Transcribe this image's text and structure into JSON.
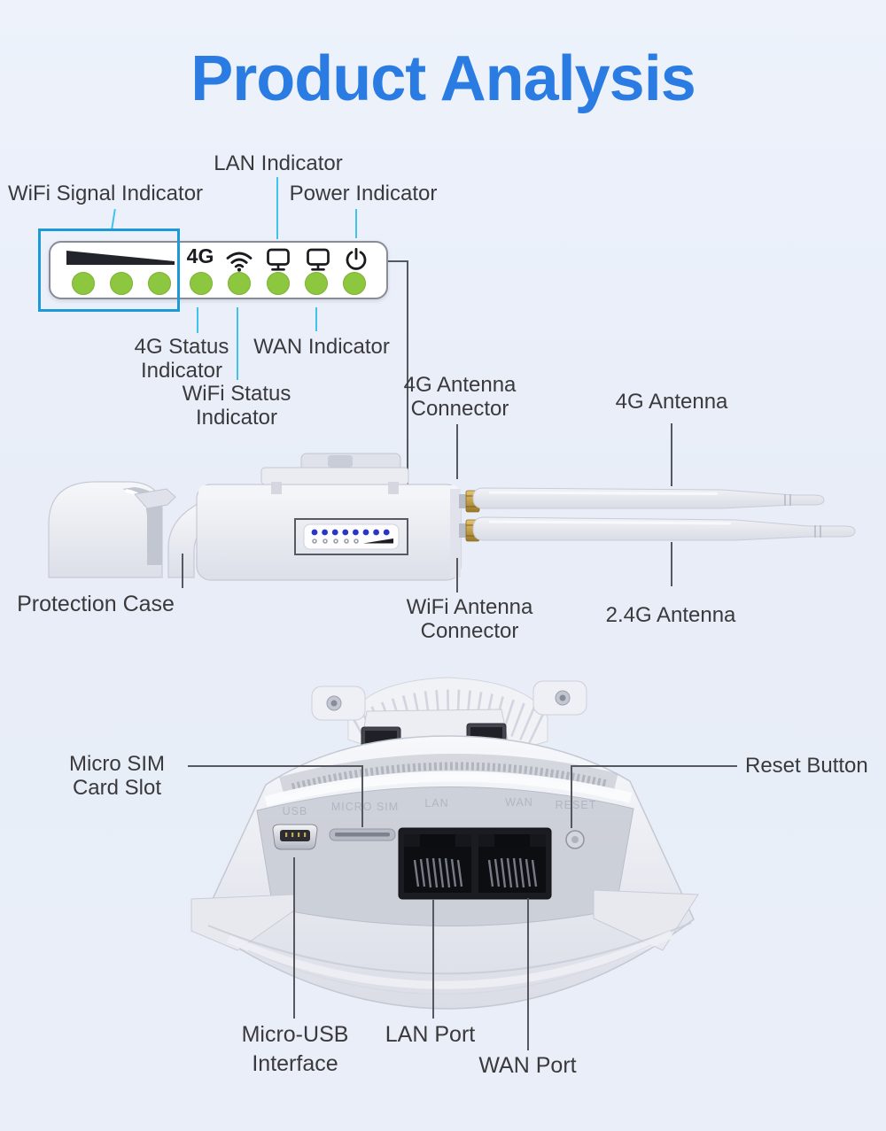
{
  "title": "Product Analysis",
  "colors": {
    "title_blue": "#2a7ce2",
    "callout_cyan": "#3fc3ec",
    "led_green": "#8dc63f",
    "led_blue": "#2a35c4",
    "highlight_box_blue": "#1b9ad5"
  },
  "panel": {
    "wifi_signal_label": "WiFi Signal Indicator",
    "lan_label": "LAN Indicator",
    "power_label": "Power Indicator",
    "fourg_text": "4G",
    "status_4g": [
      "4G Status",
      "Indicator"
    ],
    "status_wifi": [
      "WiFi Status",
      "Indicator"
    ],
    "status_wan": "WAN Indicator"
  },
  "side": {
    "connector_4g": [
      "4G Antenna",
      "Connector"
    ],
    "antenna_4g": "4G Antenna",
    "protection_case": "Protection Case",
    "connector_wifi": [
      "WiFi Antenna",
      "Connector"
    ],
    "antenna_24g": "2.4G Antenna"
  },
  "bottom": {
    "sim": [
      "Micro SIM",
      "Card Slot"
    ],
    "reset": "Reset Button",
    "usb": [
      "Micro-USB",
      "Interface"
    ],
    "lan": "LAN Port",
    "wan": "WAN Port",
    "port_labels": [
      "USB",
      "MICRO SIM",
      "LAN",
      "WAN",
      "RESET"
    ]
  }
}
